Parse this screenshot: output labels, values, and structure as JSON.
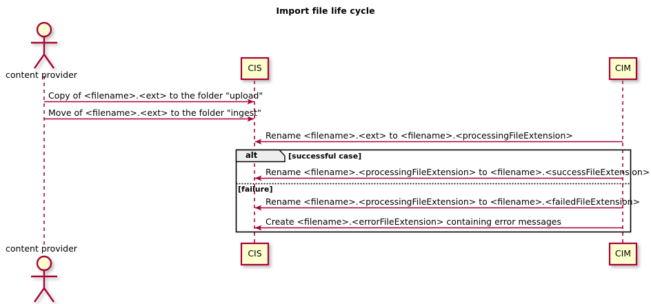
{
  "diagram": {
    "type": "uml-sequence-diagram",
    "title": "Import file life cycle",
    "colors": {
      "line": "#A80036",
      "participant_fill": "#FEFECE",
      "actor_head_fill": "#FEFECE",
      "lifeline": "#A80036",
      "frame_border": "#000000",
      "frame_tab_fill": "#EEEEEE",
      "text": "#000000",
      "background": "#FFFFFF"
    },
    "participants": [
      {
        "id": "actor",
        "kind": "actor",
        "label_top": "content provider",
        "label_bottom": "content provider"
      },
      {
        "id": "cis",
        "kind": "box",
        "label_top": "CIS",
        "label_bottom": "CIS"
      },
      {
        "id": "cim",
        "kind": "box",
        "label_top": "CIM",
        "label_bottom": "CIM"
      }
    ],
    "messages": [
      {
        "index": 1,
        "text": "Copy of <filename>.<ext> to the folder \"upload\"",
        "from": "actor",
        "to": "cis",
        "direction": "right"
      },
      {
        "index": 2,
        "text": "Move of <filename>.<ext> to the folder \"ingest\"",
        "from": "actor",
        "to": "cis",
        "direction": "right"
      },
      {
        "index": 3,
        "text": "Rename <filename>.<ext> to <filename>.<processingFileExtension>",
        "from": "cim",
        "to": "cis",
        "direction": "left"
      },
      {
        "index": 4,
        "text": "Rename <filename>.<processingFileExtension> to <filename>.<successFileExtension>",
        "from": "cim",
        "to": "cis",
        "direction": "left"
      },
      {
        "index": 5,
        "text": "Rename <filename>.<processingFileExtension> to <filename>.<failedFileExtension>",
        "from": "cim",
        "to": "cis",
        "direction": "left"
      },
      {
        "index": 6,
        "text": "Create <filename>.<errorFileExtension> containing error messages",
        "from": "cim",
        "to": "cis",
        "direction": "left"
      }
    ],
    "fragment": {
      "operator": "alt",
      "guards": [
        {
          "index": 0,
          "text": "[successful case]"
        },
        {
          "index": 1,
          "text": "[failure]"
        }
      ]
    }
  }
}
